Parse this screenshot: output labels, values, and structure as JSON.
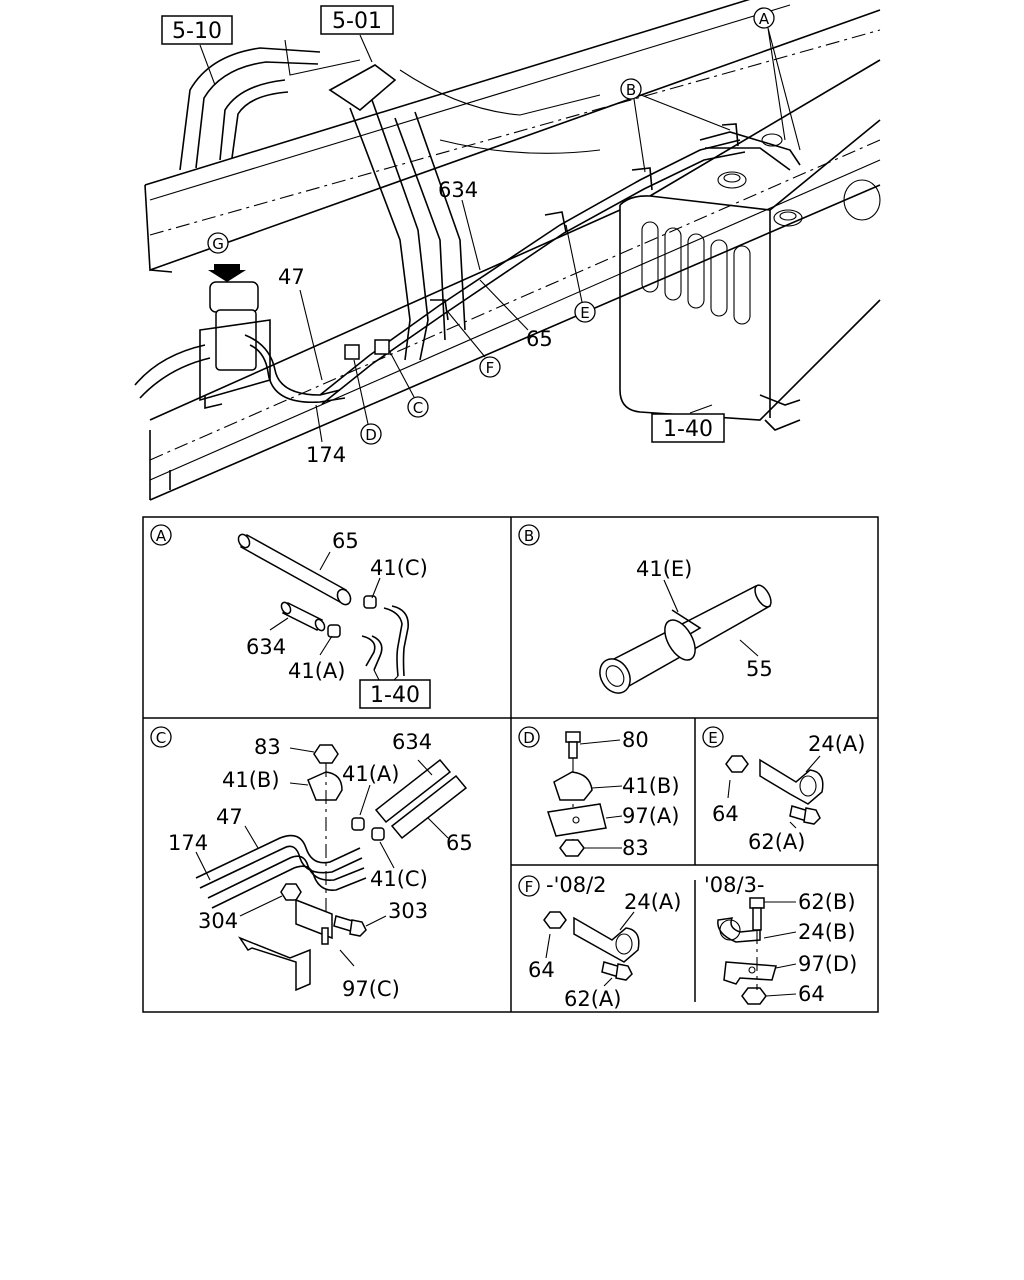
{
  "main": {
    "refs": [
      "5-10",
      "5-01",
      "1-40"
    ],
    "callouts": [
      "A",
      "B",
      "G",
      "E",
      "F",
      "C",
      "D"
    ],
    "labels": [
      "634",
      "47",
      "65",
      "174"
    ]
  },
  "panel_a": {
    "tag": "A",
    "labels": [
      "65",
      "41(C)",
      "634",
      "41(A)"
    ],
    "ref": "1-40"
  },
  "panel_b": {
    "tag": "B",
    "labels": [
      "41(E)",
      "55"
    ]
  },
  "panel_c": {
    "tag": "C",
    "labels": [
      "83",
      "634",
      "41(B)",
      "41(A)",
      "47",
      "174",
      "65",
      "41(C)",
      "304",
      "303",
      "97(C)"
    ]
  },
  "panel_d": {
    "tag": "D",
    "labels": [
      "80",
      "41(B)",
      "97(A)",
      "83"
    ]
  },
  "panel_e": {
    "tag": "E",
    "labels": [
      "24(A)",
      "64",
      "62(A)"
    ]
  },
  "panel_f": {
    "tag": "F",
    "date_left": "-'08/2",
    "date_right": "'08/3-",
    "labels_left": [
      "24(A)",
      "64",
      "62(A)"
    ],
    "labels_right": [
      "62(B)",
      "24(B)",
      "97(D)",
      "64"
    ]
  }
}
